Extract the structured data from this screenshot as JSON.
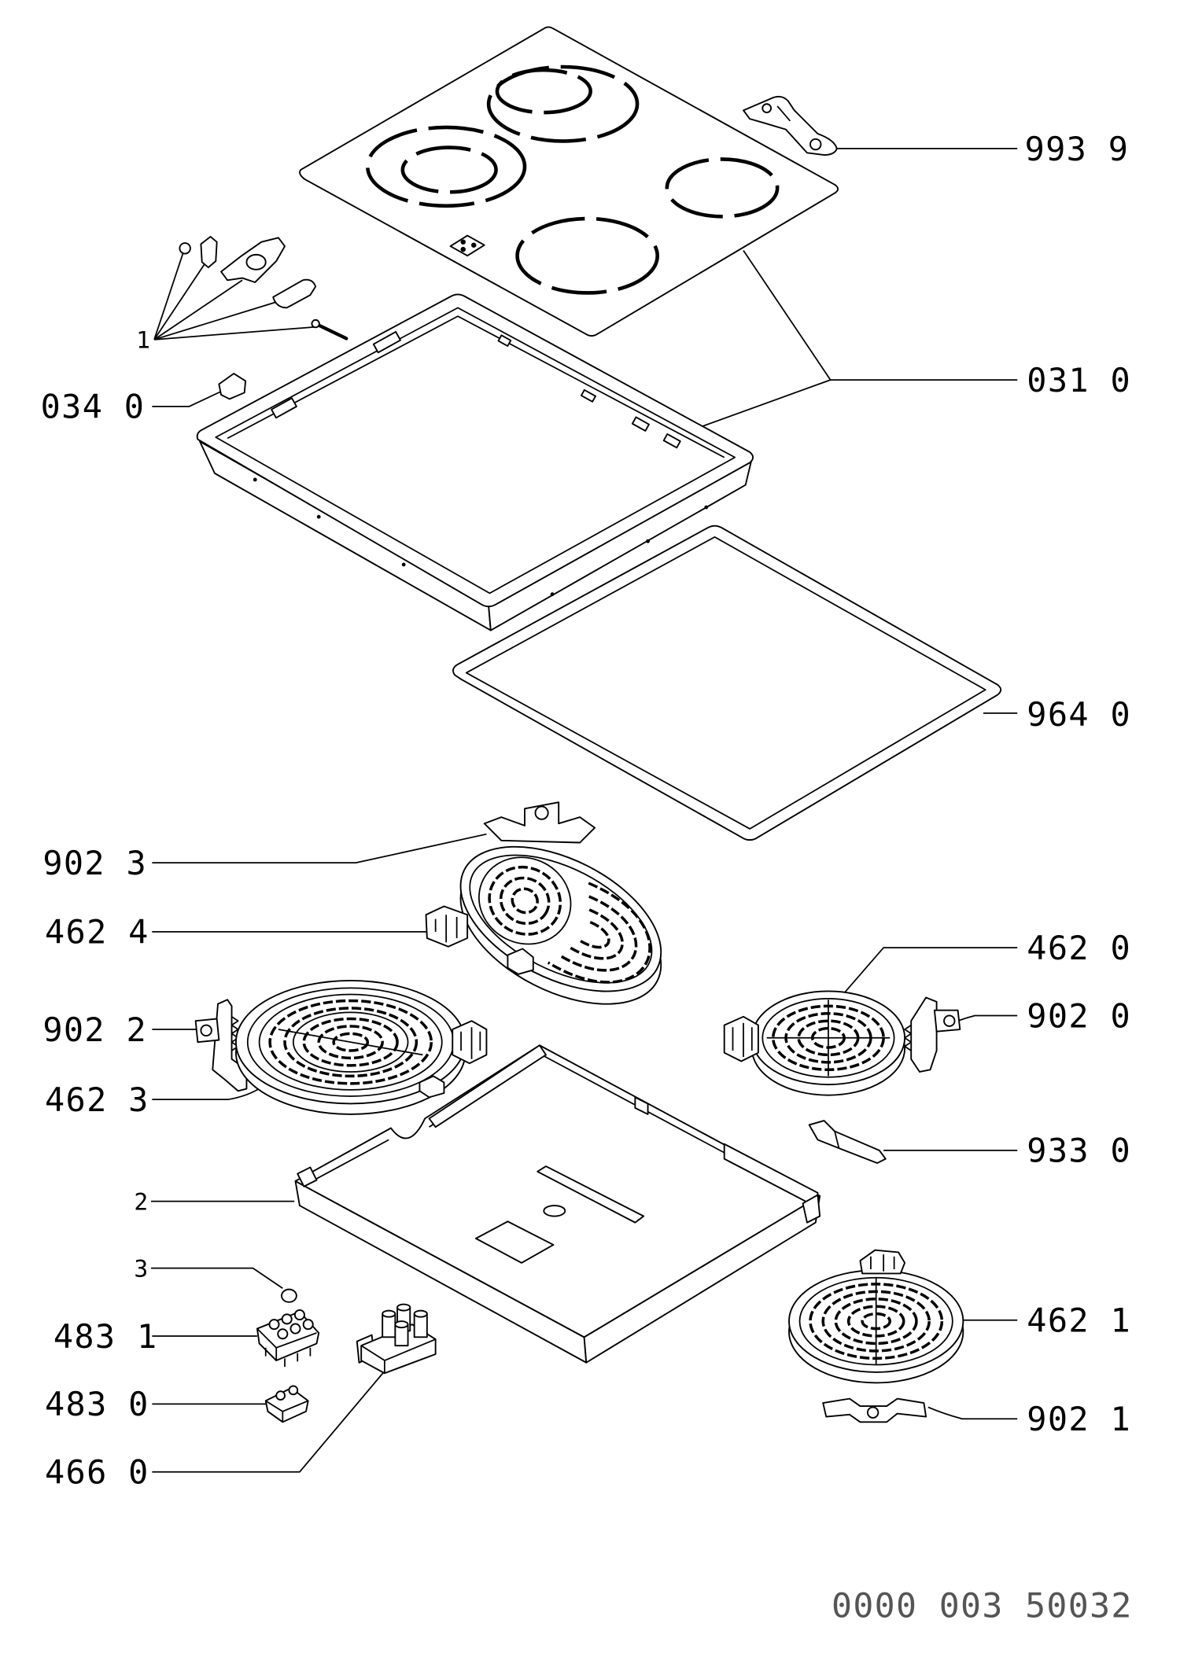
{
  "callouts": {
    "glass_bracket": "993 9",
    "frame_glass": "031 0",
    "frame_clip": "034 0",
    "fixing_set": "1",
    "gasket": "964 0",
    "bracket_oval": "902 3",
    "element_oval": "462 4",
    "element_small": "462 0",
    "bracket_large": "902 2",
    "bracket_small": "902 0",
    "element_large": "462 3",
    "limiter": "933 0",
    "bottom_tray": "2",
    "cap": "3",
    "element_round": "462 1",
    "terminal_large": "483 1",
    "terminal_small": "483 0",
    "bracket_round": "902 1",
    "switch_block": "466 0"
  },
  "doc_number": "0000 003 50032",
  "colors": {
    "line": "#000000",
    "doc_number": "#555555"
  }
}
